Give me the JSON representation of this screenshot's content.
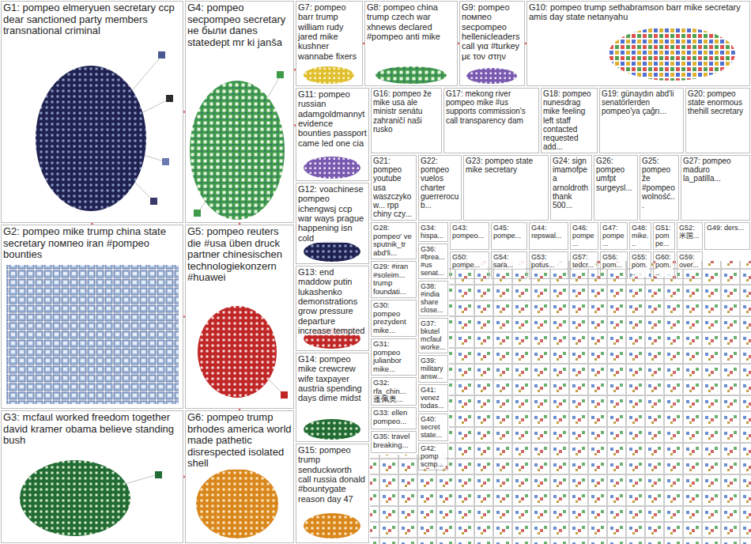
{
  "diagram": {
    "nodes": [
      {
        "text": [
          "G1: pompeo elmeryuen secretary ccp dear sanctioned party members transnational criminal"
        ]
      },
      {
        "text": [
          "G2: pompeo mike trump china state secretary помпео iran #pompeo bounties"
        ]
      },
      {
        "text": [
          "G3: mcfaul worked freedom together david kramer obama believe standing bush"
        ]
      },
      {
        "text": [
          "G4: pompeo secpompeo secretary не были danes statedept mr ki janša"
        ]
      },
      {
        "text": [
          "G5: pompeo reuters die #usa üben druck partner chinesischen technologiekonzern #huawei"
        ]
      },
      {
        "text": [
          "G6: pompeo trump brhodes america world made pathetic disrespected isolated shell"
        ]
      },
      {
        "text": [
          "G7: pompeo barr trump william rudy jared mike kushner wannabe fixers"
        ]
      },
      {
        "text": [
          "G8: pompeo china trump czech war xhnews declared #pompeo anti mike"
        ]
      },
      {
        "text": [
          "G9: pompeo помпео secpompeo hellenicleaders call για #turkey με τον στην"
        ]
      },
      {
        "text": [
          "G10: pompeo trump sethabramson barr mike secretary amis day state netanyahu"
        ]
      },
      {
        "text": [
          "G11: pompeo russian adamgoldmannyt evidence bounties passport came led one cia"
        ]
      },
      {
        "text": [
          "G12: voachinese pompeo ichengwsj ccp war ways prague happening isn cold"
        ]
      },
      {
        "text": [
          "G13: end maddow putin lukashenko demonstrations grow pressure departure increase tempted"
        ]
      },
      {
        "text": [
          "G14: pompeo mike crewcrew wife taxpayer austria spending days dime midst"
        ]
      },
      {
        "text": [
          "G15: pompeo trump senduckworth call russia donald #bountygate reason day 47"
        ]
      },
      {
        "text": [
          "G16: pompeo že mike usa ale ministr senátu zahraničí naši rusko"
        ]
      },
      {
        "text": [
          "G17: mekong river pompeo mike #us supports commission's call transparency dam"
        ]
      },
      {
        "text": [
          "G18: pompeo nunesdrag mike feeling left staff contacted requested add..."
        ]
      },
      {
        "text": [
          "G19: günaydın abd'li senatörlerden pompeo'ya çağrı..."
        ]
      },
      {
        "text": [
          "G20: pompeo state enormous thehill secretary"
        ]
      },
      {
        "text": [
          "G21: pompeo youtube usa waszczykow... rpp chiny czy..."
        ]
      },
      {
        "text": [
          "G22: pompeo vuelos charter guerrerocub..."
        ]
      },
      {
        "text": [
          "G23: pompeo state mike secretary"
        ]
      },
      {
        "text": [
          "G24: sign imamofpea arnoldroth thank 500..."
        ]
      },
      {
        "text": [
          "G26: pompeo umfpt surgeysl..."
        ]
      },
      {
        "text": [
          "G25: pompeo že #pompeo wolność..."
        ]
      },
      {
        "text": [
          "G27: pompeo maduro la_patilla..."
        ]
      },
      {
        "text": [
          "G28: pompeo' ve sputnik_tr abd'li..."
        ]
      },
      {
        "text": [
          "G29: #iran #soleim... trump foundati..."
        ]
      },
      {
        "text": [
          "G30: pompeo prezydent mike..."
        ]
      },
      {
        "text": [
          "G31: pompeo julianbor mike..."
        ]
      },
      {
        "text": [
          "G32: rfa_chin... 蓬佩奥..."
        ]
      },
      {
        "text": [
          "G33: ellen pompeo..."
        ]
      },
      {
        "text": [
          "G35: travel breaking..."
        ]
      },
      {
        "text": [
          "G34: hispa..."
        ]
      },
      {
        "text": [
          "G36: #brea... #us senat..."
        ]
      },
      {
        "text": [
          "G38: #india share close..."
        ]
      },
      {
        "text": [
          "G37: bkutel mcfaul worke..."
        ]
      },
      {
        "text": [
          "G39: military answ..."
        ]
      },
      {
        "text": [
          "G41: venez todas..."
        ]
      },
      {
        "text": [
          "G40: secret state..."
        ]
      },
      {
        "text": [
          "G42: pomp scmp..."
        ]
      },
      {
        "text": [
          "G43: pompeo..."
        ]
      },
      {
        "text": [
          "G45: pompe..."
        ]
      },
      {
        "text": [
          "G44: repswal..."
        ]
      },
      {
        "text": [
          "G46: pompe..."
        ]
      },
      {
        "text": [
          "G47: pompe..."
        ]
      },
      {
        "text": [
          "G48: mike..."
        ]
      },
      {
        "text": [
          "G51: pompe..."
        ]
      },
      {
        "text": [
          "G52: 米国..."
        ]
      },
      {
        "text": [
          "G49: ders..."
        ]
      },
      {
        "text": [
          "G50: pompe..."
        ]
      },
      {
        "text": [
          "G54: sara..."
        ]
      },
      {
        "text": [
          "G53: potus..."
        ]
      },
      {
        "text": [
          "G57: tedcr..."
        ]
      },
      {
        "text": [
          "G56: pom..."
        ]
      },
      {
        "text": [
          "G55: pom..."
        ]
      },
      {
        "text": [
          "G60: pom..."
        ]
      },
      {
        "text": [
          "G59: over..."
        ]
      }
    ],
    "edges": [
      {
        "from": 0,
        "to": 3,
        "arrow": "none"
      },
      {
        "from": 0,
        "to": 1,
        "arrow": "none"
      },
      {
        "from": 1,
        "to": 4,
        "arrow": "none"
      },
      {
        "from": 2,
        "to": 5,
        "arrow": "none"
      },
      {
        "from": 3,
        "to": 4,
        "arrow": "none"
      },
      {
        "from": 4,
        "to": 5,
        "arrow": "none"
      },
      {
        "from": 3,
        "to": 6,
        "arrow": "none"
      },
      {
        "from": 3,
        "to": 10,
        "arrow": "none"
      },
      {
        "from": 6,
        "to": 7,
        "arrow": "none"
      },
      {
        "from": 7,
        "to": 8,
        "arrow": "none"
      },
      {
        "from": 8,
        "to": 9,
        "arrow": "none"
      }
    ]
  }
}
